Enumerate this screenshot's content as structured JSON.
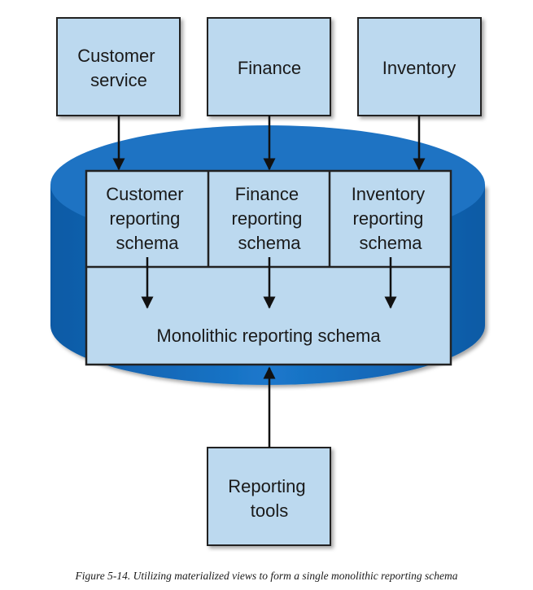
{
  "diagram": {
    "sources": {
      "customer_service": [
        "Customer",
        "service"
      ],
      "finance": [
        "Finance"
      ],
      "inventory": [
        "Inventory"
      ]
    },
    "schemas": {
      "customer": [
        "Customer",
        "reporting",
        "schema"
      ],
      "finance": [
        "Finance",
        "reporting",
        "schema"
      ],
      "inventory": [
        "Inventory",
        "reporting",
        "schema"
      ]
    },
    "monolithic_schema": "Monolithic reporting schema",
    "reporting_tools": [
      "Reporting",
      "tools"
    ],
    "colors": {
      "box_fill": "#bcd9ef",
      "box_stroke": "#222222",
      "database_fill": "#1e73c3",
      "database_dark": "#0f5aa3",
      "arrow": "#111111"
    }
  },
  "caption": "Figure 5-14. Utilizing materialized views to form a single monolithic reporting schema"
}
